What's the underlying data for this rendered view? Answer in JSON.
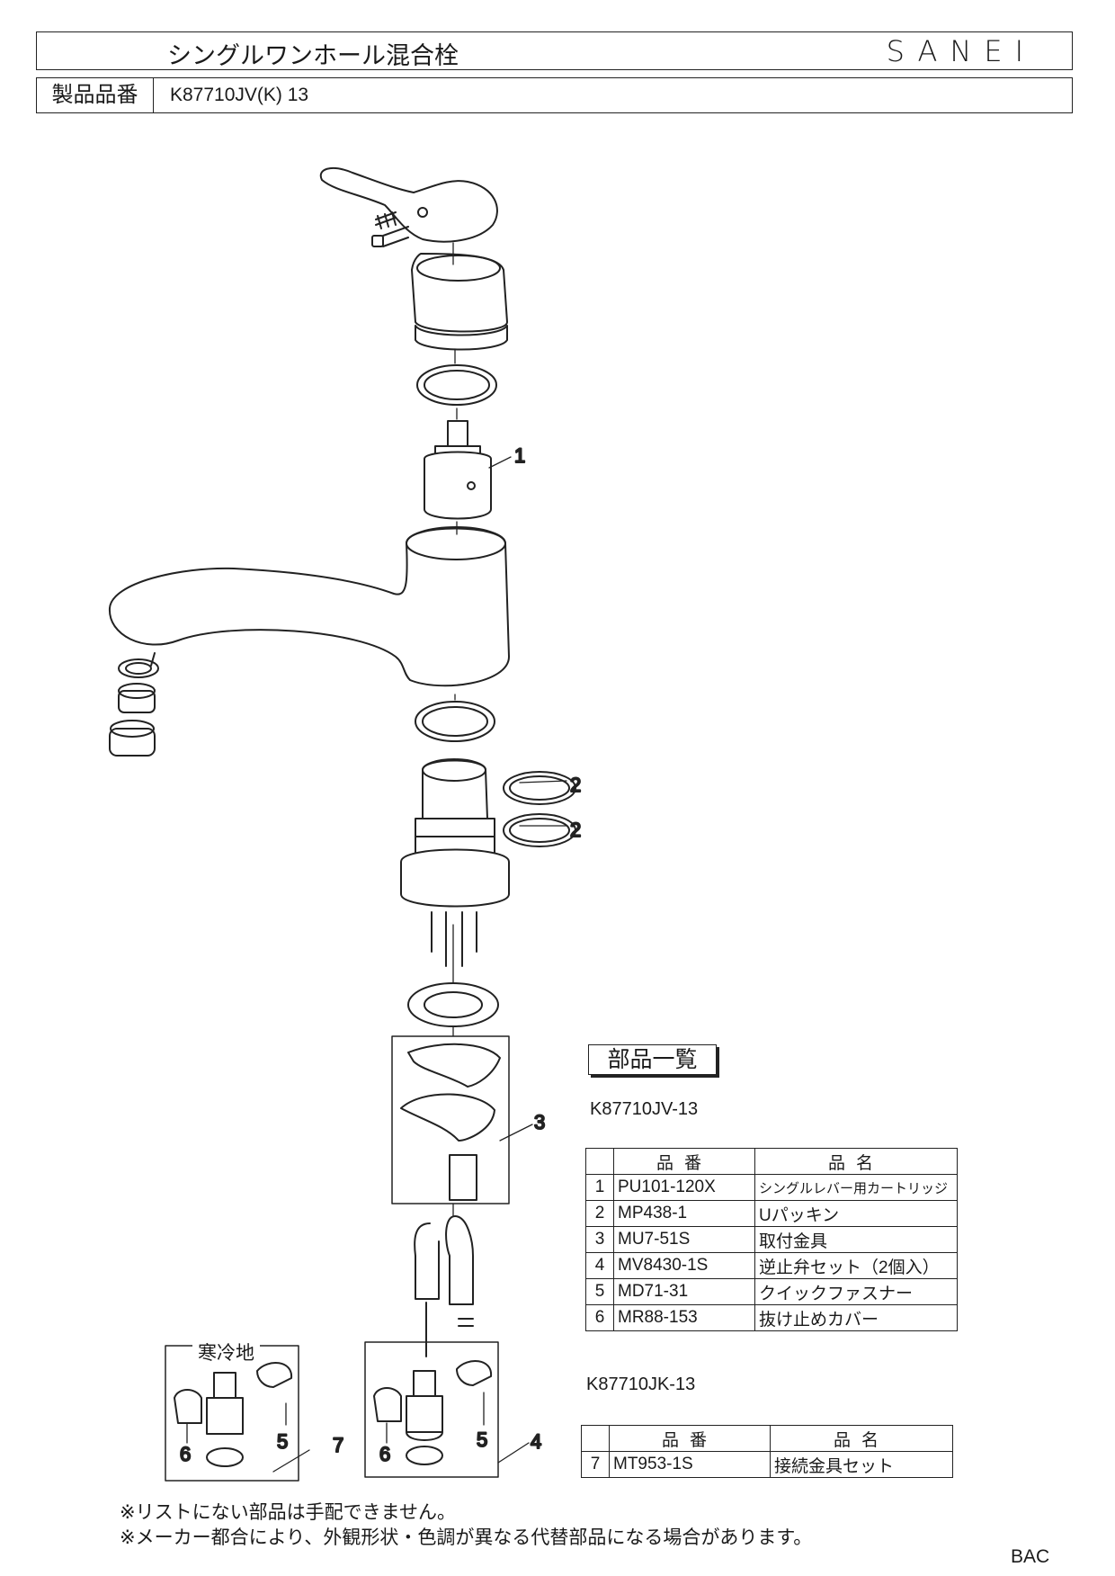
{
  "header": {
    "title": "シングルワンホール混合栓",
    "brand": "SANEI",
    "product_label": "製品品番",
    "product_number": "K87710JV(K) 13"
  },
  "diagram": {
    "callouts": [
      "1",
      "2",
      "2",
      "3",
      "4",
      "5",
      "5",
      "6",
      "6",
      "7"
    ],
    "cold_area_label": "寒冷地"
  },
  "parts_list": {
    "title": "部品一覧",
    "model1": "K87710JV-13",
    "model2": "K87710JK-13",
    "col_part_no": "品番",
    "col_part_name": "品名",
    "rows": [
      {
        "no": "1",
        "part": "PU101-120X",
        "name": "シングルレバー用カートリッジ"
      },
      {
        "no": "2",
        "part": "MP438-1",
        "name": "Uパッキン"
      },
      {
        "no": "3",
        "part": "MU7-51S",
        "name": "取付金具"
      },
      {
        "no": "4",
        "part": "MV8430-1S",
        "name": "逆止弁セット（2個入）"
      },
      {
        "no": "5",
        "part": "MD71-31",
        "name": "クイックファスナー"
      },
      {
        "no": "6",
        "part": "MR88-153",
        "name": "抜け止めカバー"
      }
    ],
    "rows2": [
      {
        "no": "7",
        "part": "MT953-1S",
        "name": "接続金具セット"
      }
    ]
  },
  "notes": [
    "※リストにない部品は手配できません。",
    "※メーカー都合により、外観形状・色調が異なる代替部品になる場合があります。"
  ],
  "doc_code": "BAC"
}
